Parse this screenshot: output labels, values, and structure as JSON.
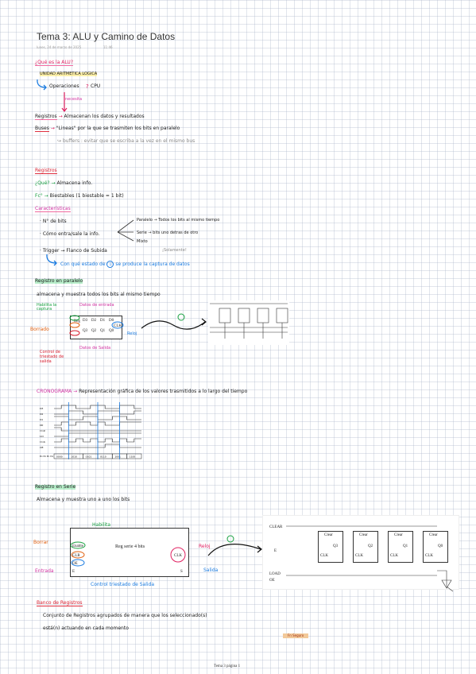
{
  "header": {
    "title": "Tema 3: ALU y Camino de Datos",
    "date": "lunes, 24 de marzo de 2025",
    "time": "11:46"
  },
  "alu": {
    "question": "¿Qué es la ALU?",
    "acronym": "UNIDAD ARITMETICA LOGICA",
    "ops": "Operaciones",
    "cpu": "CPU",
    "needs": "necesita",
    "registros_label": "Registros",
    "registros_text": "Almacenan los datos y resultados",
    "buses_label": "Buses",
    "buses_text": "\"Lineas\" por la que se trasmiten los bits en paralelo",
    "buffers_text": "buffers : evitar que se escriba a la vez en el mismo bus"
  },
  "registros": {
    "heading": "Registros",
    "q1_label": "¿Qué?",
    "q1_text": "Almacena info.",
    "q2_label": "Fc°",
    "q2_text": "Biestables (1 biestable = 1 bit)",
    "caract_heading": "Características",
    "c1": "· N° de bits",
    "c2": "· Cómo entra/sale la info.",
    "c2a": "Paralelo → Todos los bits al mismo tiempo",
    "c2b": "Serie → bits uno detras de otro",
    "c2c": "Mixto",
    "c3": "· Trigger → Flanco de Subida",
    "c3_note": "¡Solamente!",
    "c3_q": "Con qué estado de",
    "c3_q2": "se produce la captura de datos"
  },
  "paralelo": {
    "heading": "Registro en paralelo",
    "desc": "almacena y muestra todos los bits al mismo tiempo",
    "habilita": "Habilita la captura",
    "datos_entrada": "Datos de entrada",
    "borrado": "Borrado",
    "reloj": "Reloj",
    "control": "Control de triestado de salida",
    "datos_salida": "Datos de Salida",
    "clk": "CLK",
    "box_label": "Reg",
    "pins": [
      "D3",
      "D2",
      "D1",
      "D0"
    ],
    "outs": [
      "Q3",
      "Q2",
      "Q1",
      "Q0"
    ]
  },
  "cronograma": {
    "label": "CRONOGRAMA",
    "text": "Representación gráfica de los valores trasmitidos a lo largo del tiempo",
    "signals": [
      "D3",
      "D2",
      "D1",
      "D0",
      "CLR",
      "LD",
      "CLK",
      "OE"
    ],
    "bus_label": "D₃ D₂ D₁ D₀",
    "values": [
      "0000",
      "1010",
      "0101",
      "0110",
      "1001",
      "1100"
    ]
  },
  "serie": {
    "heading": "Registro en Serie",
    "desc": "Almacena y muestra uno a uno los bits",
    "habilita": "Habilita",
    "borrar": "Borrar",
    "entrada": "Entrada",
    "reloj": "Reloj",
    "salida": "Salida",
    "control": "Control triestado de Salida",
    "box_title": "Reg serie 4 bits",
    "enable": "Enable",
    "clr": "CLR",
    "oe": "OE",
    "e": "E",
    "clk": "CLK",
    "s": "S",
    "circuit_clear": "CLEAR",
    "circuit_load": "LOAD",
    "circuit_oe": "OE",
    "ff_labels": [
      "Clear",
      "Clear",
      "Clear",
      "Clear"
    ],
    "ff_q": [
      "Q3",
      "Q2",
      "Q1",
      "Q0"
    ]
  },
  "banco": {
    "heading": "Banco de Registros",
    "text1": "Conjunto de Registros agrupados de manera que los seleccionado(s)",
    "text2": "está(n) actuando en cada momento",
    "sticker": "Fn Seguro"
  },
  "footer": {
    "text": "Tema 3 página 1"
  },
  "colors": {
    "pink": "#e02060",
    "blue": "#1a7be0",
    "green": "#18a040",
    "magenta": "#d030a0",
    "red": "#d82030"
  }
}
